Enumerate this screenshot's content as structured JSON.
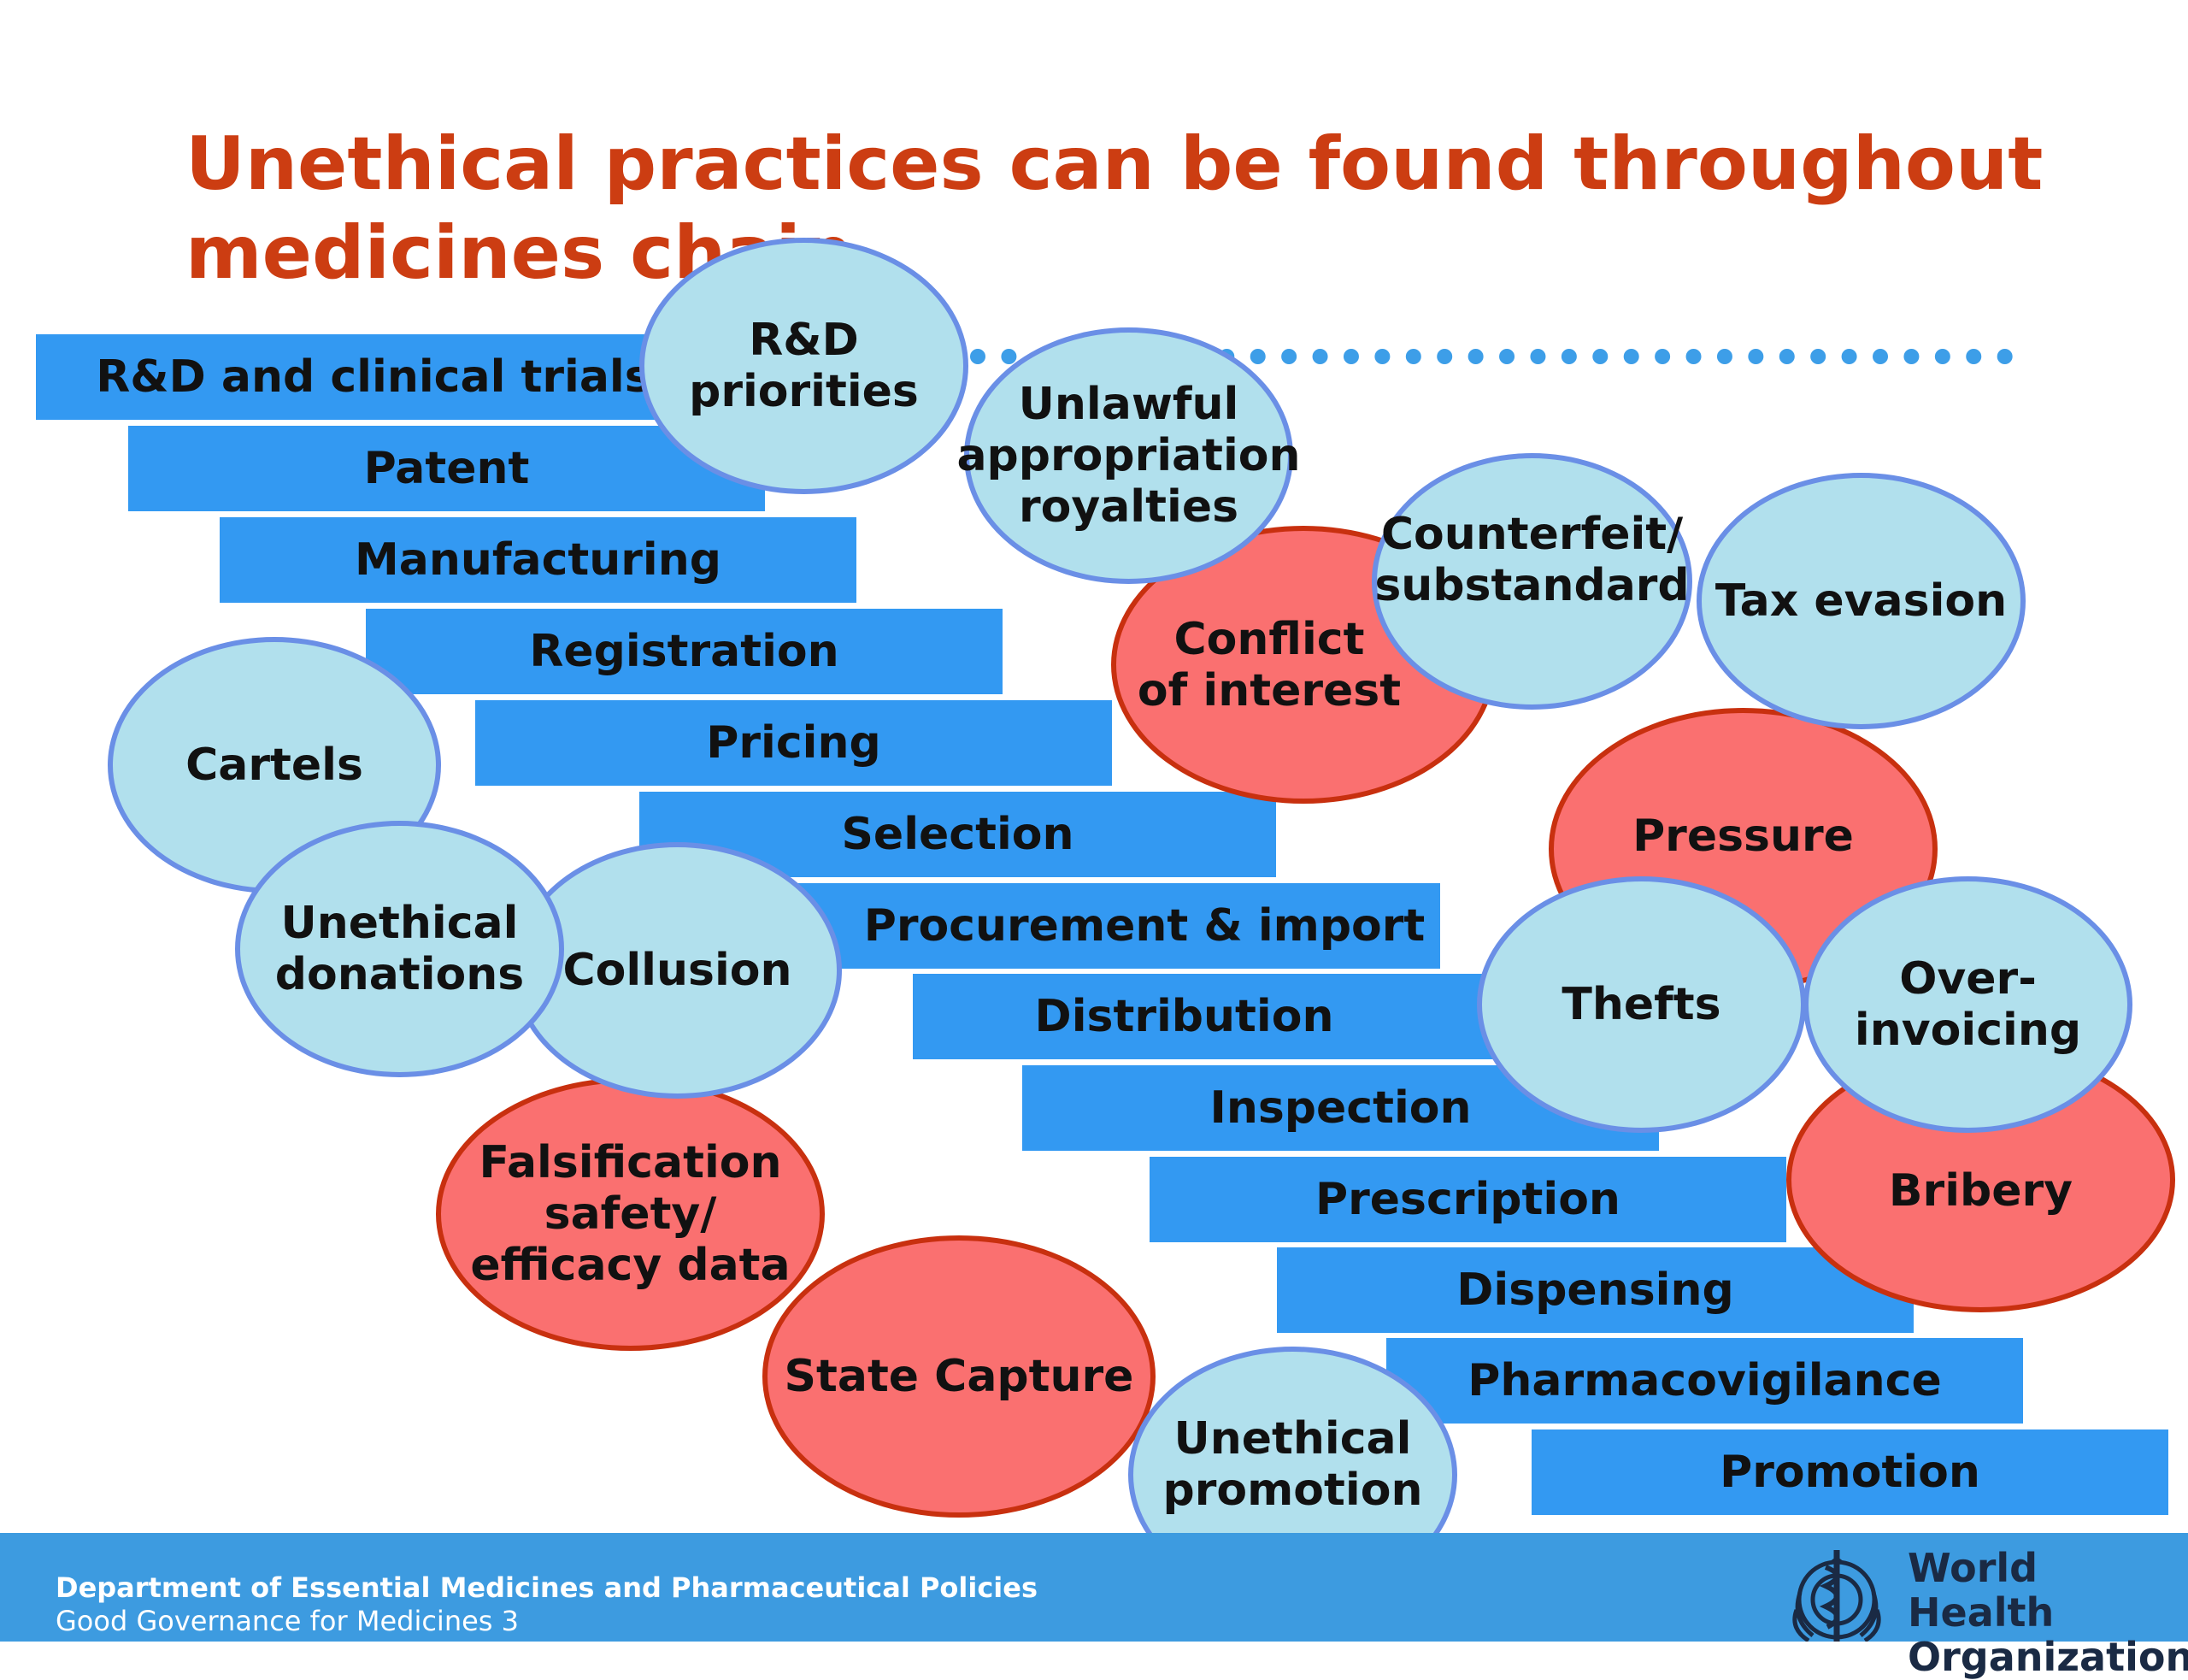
{
  "title": "Unethical practices can be found throughout medicines chain",
  "chain_steps": [
    "R&D and clinical trials",
    "Patent",
    "Manufacturing",
    "Registration",
    "Pricing",
    "Selection",
    "Procurement & import",
    "Distribution",
    "Inspection",
    "Prescription",
    "Dispensing",
    "Pharmacovigilance",
    "Promotion"
  ],
  "practices": [
    {
      "label": "Conflict\nof interest",
      "color": "red"
    },
    {
      "label": "Pressure",
      "color": "red"
    },
    {
      "label": "Bribery",
      "color": "red"
    },
    {
      "label": "Falsification\nsafety/\nefficacy data",
      "color": "red"
    },
    {
      "label": "State Capture",
      "color": "red"
    },
    {
      "label": "R&D\npriorities",
      "color": "blue"
    },
    {
      "label": "Unlawful\nappropriation\nroyalties",
      "color": "blue"
    },
    {
      "label": "Counterfeit/\nsubstandard",
      "color": "blue"
    },
    {
      "label": "Tax evasion",
      "color": "blue"
    },
    {
      "label": "Cartels",
      "color": "blue"
    },
    {
      "label": "Collusion",
      "color": "blue"
    },
    {
      "label": "Unethical\ndonations",
      "color": "blue"
    },
    {
      "label": "Thefts",
      "color": "blue"
    },
    {
      "label": "Over-\ninvoicing",
      "color": "blue"
    },
    {
      "label": "Unethical\npromotion",
      "color": "blue"
    }
  ],
  "colors": {
    "title": "#cc3d12",
    "bar": "#3399f2",
    "bubble_blue": "#b1e0ed",
    "bubble_blue_border": "#6a8fe6",
    "bubble_red": "#fa7070",
    "bubble_red_border": "#c8300f",
    "footer": "#3d9be0"
  },
  "footer": {
    "department": "Department of Essential Medicines and Pharmaceutical Policies",
    "subtitle": "Good Governance for Medicines 3",
    "org_name": "World Health\nOrganization",
    "logo_icon": "who-emblem-icon"
  }
}
